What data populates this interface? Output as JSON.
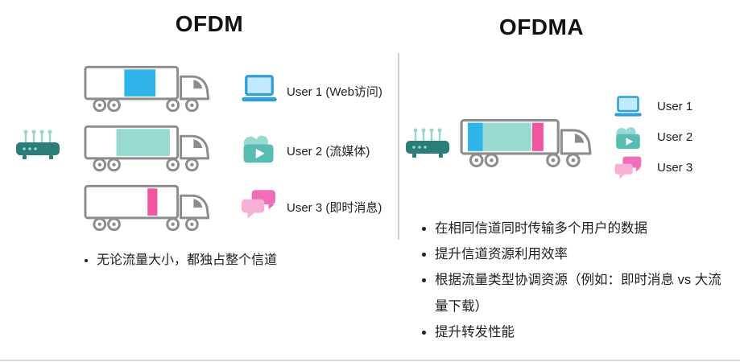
{
  "diagram": {
    "colors": {
      "blue": "#2fb4e9",
      "blue_dark": "#2f9fd6",
      "blue_light": "#c2eafc",
      "teal": "#98d9d1",
      "teal_dark": "#57bdb2",
      "pink": "#f1559f",
      "pink_mid": "#f06db8",
      "pink_light": "#f9aed8",
      "outline": "#8c8c8c",
      "router_body": "#2a7d78",
      "router_light": "#9ad6cd",
      "divider": "#cfcfcf"
    },
    "left": {
      "title": "OFDM",
      "rows": [
        {
          "user": "User 1 (Web访问)",
          "segments": [
            {
              "x": 0.42,
              "w": 0.35,
              "color": "blue"
            }
          ]
        },
        {
          "user": "User 2 (流媒体)",
          "segments": [
            {
              "x": 0.33,
              "w": 0.6,
              "color": "teal"
            }
          ]
        },
        {
          "user": "User 3 (即时消息)",
          "segments": [
            {
              "x": 0.68,
              "w": 0.11,
              "color": "pink"
            }
          ]
        }
      ],
      "bullets": [
        "无论流量大小，都独占整个信道"
      ]
    },
    "right": {
      "title": "OFDMA",
      "truck_segments": [
        {
          "x": 0.05,
          "w": 0.16,
          "color": "blue"
        },
        {
          "x": 0.21,
          "w": 0.52,
          "color": "teal"
        },
        {
          "x": 0.74,
          "w": 0.12,
          "color": "pink"
        }
      ],
      "users": [
        "User 1",
        "User 2",
        "User 3"
      ],
      "bullets": [
        "在相同信道同时传输多个用户的数据",
        "提升信道资源利用效率",
        "根据流量类型协调资源（例如：即时消息 vs 大流量下载）",
        "提升转发性能"
      ]
    }
  }
}
